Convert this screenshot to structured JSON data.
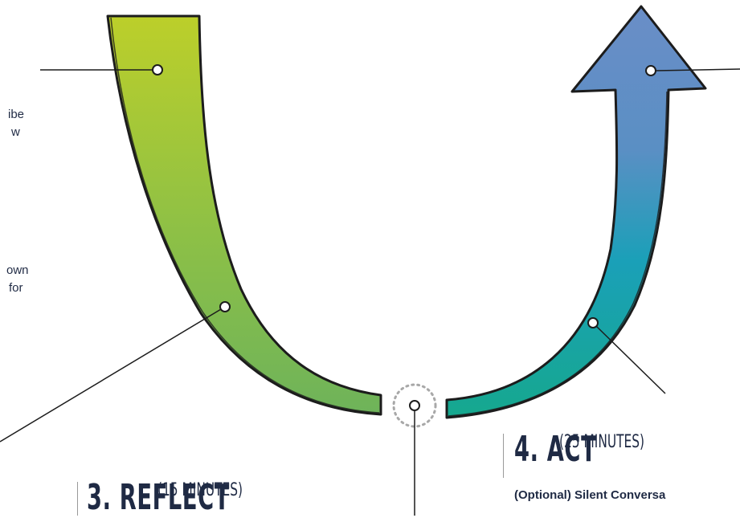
{
  "left_fragments": {
    "line1": "ibe",
    "line2": "w",
    "line3": "own",
    "line4": "for"
  },
  "steps": {
    "reflect": {
      "title": "3. REFLECT",
      "duration": "(15 MINUTES)"
    },
    "act": {
      "title": "4. ACT",
      "duration": "(25 MINUTES)",
      "subtitle": "(Optional) Silent Conversa"
    }
  },
  "colors": {
    "green_top": "#bccf2a",
    "green_bottom": "#6eb35a",
    "blue_top": "#6a8ec7",
    "blue_mid": "#1aa0b8",
    "teal_bottom": "#16a88e",
    "outline": "#1c1c1c",
    "text": "#1f2a44",
    "dots": "#a8a8a8"
  }
}
